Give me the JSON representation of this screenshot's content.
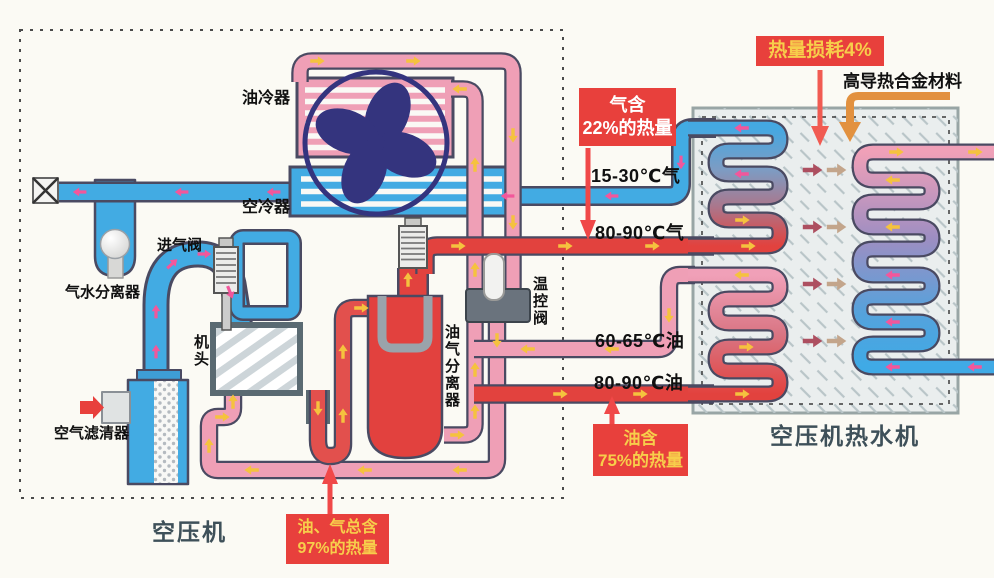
{
  "diagram": {
    "compressor": {
      "title": "空压机",
      "components": {
        "oil_cooler": "油冷器",
        "air_cooler": "空冷器",
        "intake_valve": "进气阀",
        "water_separator": "气水分离器",
        "head": "机头",
        "air_filter": "空气滤清器",
        "oil_separator": "油气分离器",
        "temp_valve": "温控阀"
      }
    },
    "heater": {
      "title": "空压机热水机",
      "material_note": "高导热合金材料"
    },
    "callouts": {
      "heat_loss": "热量损耗4%",
      "gas_heat": [
        "气含",
        "22%的热量"
      ],
      "oil_heat": [
        "油含",
        "75%的热量"
      ],
      "total_heat": [
        "油、气总含",
        "97%的热量"
      ]
    },
    "temps": {
      "gas_cool": "15-30℃气",
      "gas_hot": "80-90℃气",
      "oil_cool": "60-65℃油",
      "oil_hot": "80-90℃油"
    },
    "colors": {
      "callout_red": "#e8403c",
      "pipe_red": "#e2423e",
      "pipe_pink": "#ef9fb6",
      "pipe_blue": "#42abe3",
      "arrow_yellow": "#f5c23e",
      "arrow_pink": "#f2579b",
      "fan_navy": "#34347e",
      "alloy_orange": "#e2913f"
    }
  }
}
